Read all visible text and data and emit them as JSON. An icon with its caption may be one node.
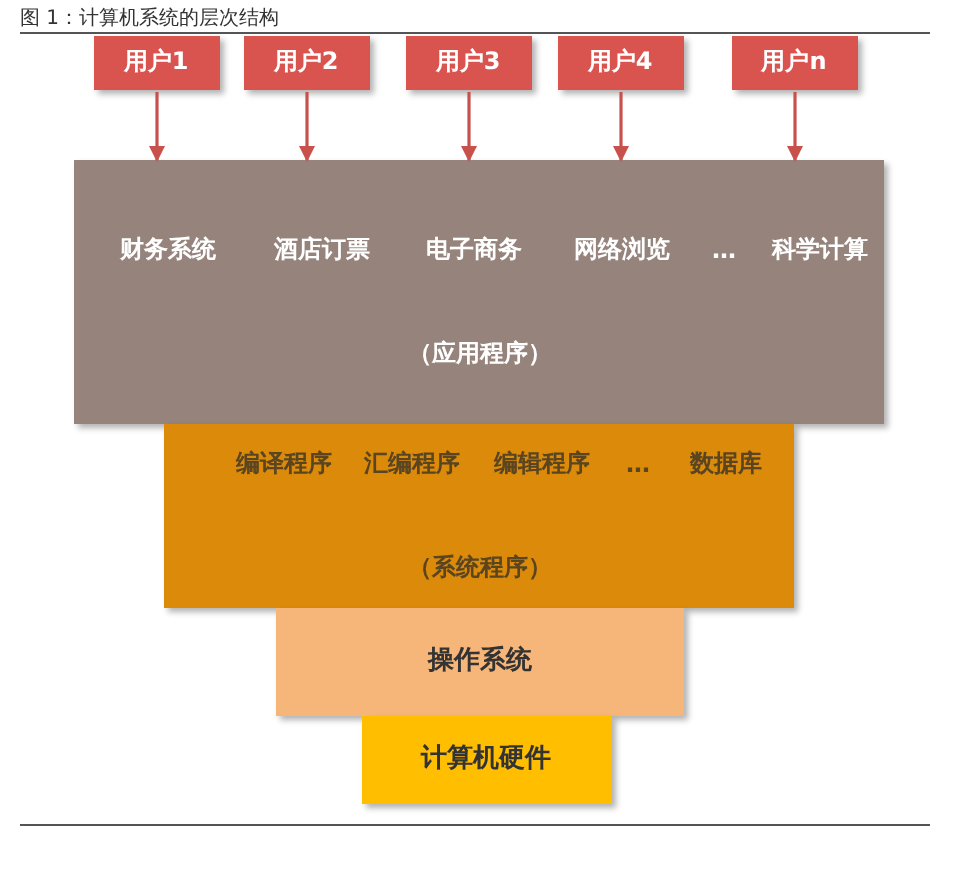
{
  "diagram": {
    "title": "图 1：计算机系统的层次结构",
    "nodes": [
      {
        "text": [
          "用户1"
        ]
      },
      {
        "text": [
          "用户2"
        ]
      },
      {
        "text": [
          "用户3"
        ]
      },
      {
        "text": [
          "用户4"
        ]
      },
      {
        "text": [
          "用户n"
        ]
      },
      {
        "text": [
          "财务系统",
          "酒店订票",
          "电子商务",
          "网络浏览",
          "…",
          "科学计算",
          "（应用程序）"
        ]
      },
      {
        "text": [
          "编译程序",
          "汇编程序",
          "编辑程序",
          "…",
          "数据库",
          "（系统程序）"
        ]
      },
      {
        "text": [
          "操作系统"
        ]
      },
      {
        "text": [
          "计算机硬件"
        ]
      }
    ],
    "edges": [
      {
        "from": 0,
        "to": 5,
        "arrow": "to"
      },
      {
        "from": 1,
        "to": 5,
        "arrow": "to"
      },
      {
        "from": 2,
        "to": 5,
        "arrow": "to"
      },
      {
        "from": 3,
        "to": 5,
        "arrow": "to"
      },
      {
        "from": 4,
        "to": 5,
        "arrow": "to"
      }
    ]
  }
}
